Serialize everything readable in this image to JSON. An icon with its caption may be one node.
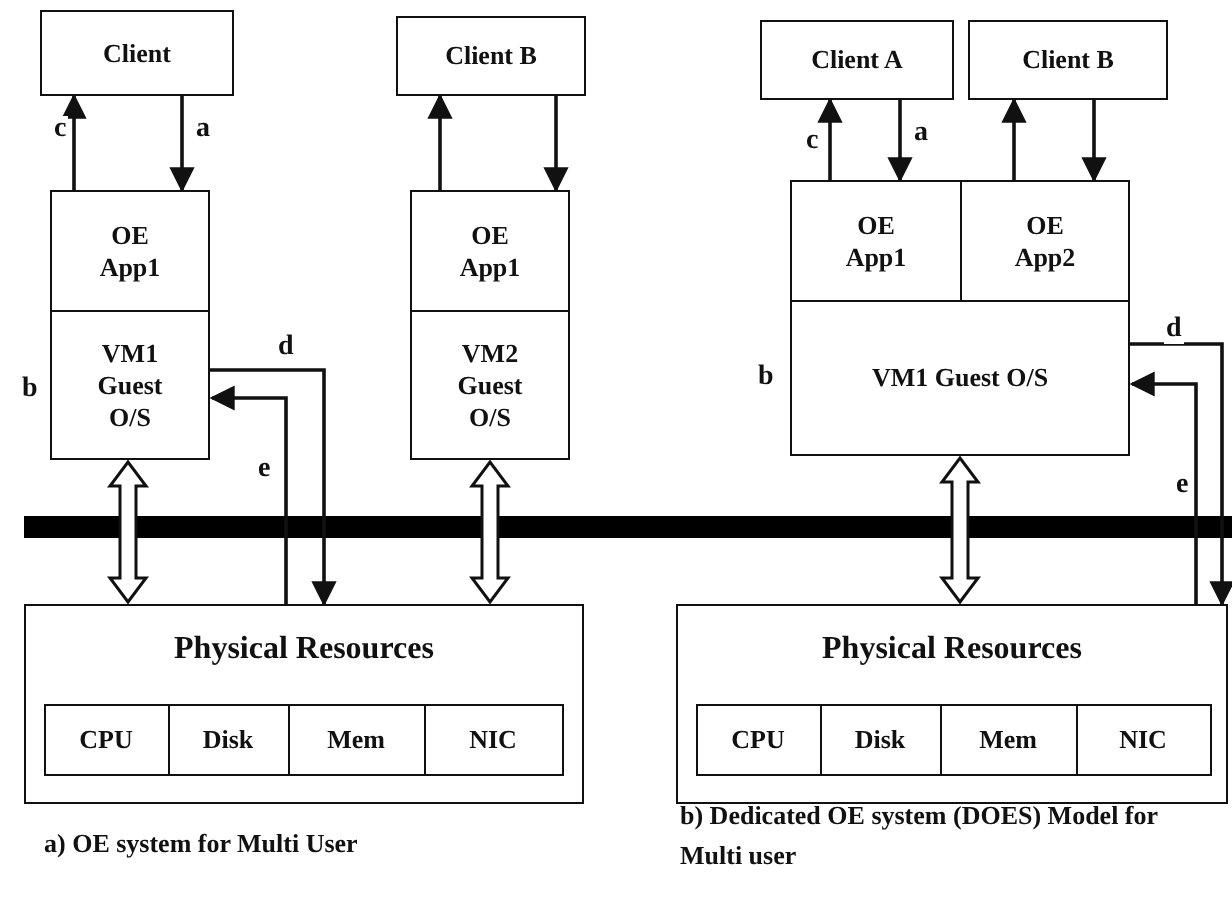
{
  "diagram": {
    "nodes": [
      {
        "text": [
          "Client"
        ]
      },
      {
        "text": [
          "Client B"
        ]
      },
      {
        "text": [
          "OE App1"
        ]
      },
      {
        "text": [
          "VM1 Guest O/S"
        ],
        "beside": [
          "b"
        ]
      },
      {
        "text": [
          "OE App1"
        ]
      },
      {
        "text": [
          "VM2 Guest O/S"
        ]
      },
      {
        "text": [
          "Physical Resources"
        ]
      },
      {
        "text": [
          "CPU"
        ],
        "in": 6
      },
      {
        "text": [
          "Disk"
        ],
        "in": 6
      },
      {
        "text": [
          "Mem"
        ],
        "in": 6
      },
      {
        "text": [
          "NIC"
        ],
        "in": 6
      },
      {
        "text": [
          "Client A"
        ]
      },
      {
        "text": [
          "Client B"
        ]
      },
      {
        "text": [
          "OE App1"
        ]
      },
      {
        "text": [
          "OE App2"
        ]
      },
      {
        "text": [
          "VM1 Guest O/S"
        ],
        "beside": [
          "b"
        ]
      },
      {
        "text": [
          "Physical Resources"
        ]
      },
      {
        "text": [
          "CPU"
        ],
        "in": 16
      },
      {
        "text": [
          "Disk"
        ],
        "in": 16
      },
      {
        "text": [
          "Mem"
        ],
        "in": 16
      },
      {
        "text": [
          "NIC"
        ],
        "in": 16
      }
    ],
    "edges": [
      {
        "from": 2,
        "to": 0,
        "arrow": "to",
        "label": "c"
      },
      {
        "from": 0,
        "to": 2,
        "arrow": "to",
        "label": "a"
      },
      {
        "from": 3,
        "to": 6,
        "arrow": "to",
        "label": "d"
      },
      {
        "from": 6,
        "to": 3,
        "arrow": "to",
        "label": "e"
      },
      {
        "from": 3,
        "to": 6,
        "arrow": "both",
        "style": "thick"
      },
      {
        "from": 4,
        "to": 1,
        "arrow": "to"
      },
      {
        "from": 1,
        "to": 4,
        "arrow": "to"
      },
      {
        "from": 5,
        "to": 6,
        "arrow": "both",
        "style": "thick"
      },
      {
        "from": 13,
        "to": 11,
        "arrow": "to",
        "label": "c"
      },
      {
        "from": 11,
        "to": 13,
        "arrow": "to",
        "label": "a"
      },
      {
        "from": 14,
        "to": 12,
        "arrow": "to"
      },
      {
        "from": 12,
        "to": 14,
        "arrow": "to"
      },
      {
        "from": 15,
        "to": 16,
        "arrow": "to",
        "label": "d"
      },
      {
        "from": 16,
        "to": 15,
        "arrow": "to",
        "label": "e"
      },
      {
        "from": 15,
        "to": 16,
        "arrow": "both",
        "style": "thick"
      }
    ],
    "labels": [
      "a) OE system for Multi User",
      "b) Dedicated OE system (DOES) Model for Multi user"
    ]
  }
}
